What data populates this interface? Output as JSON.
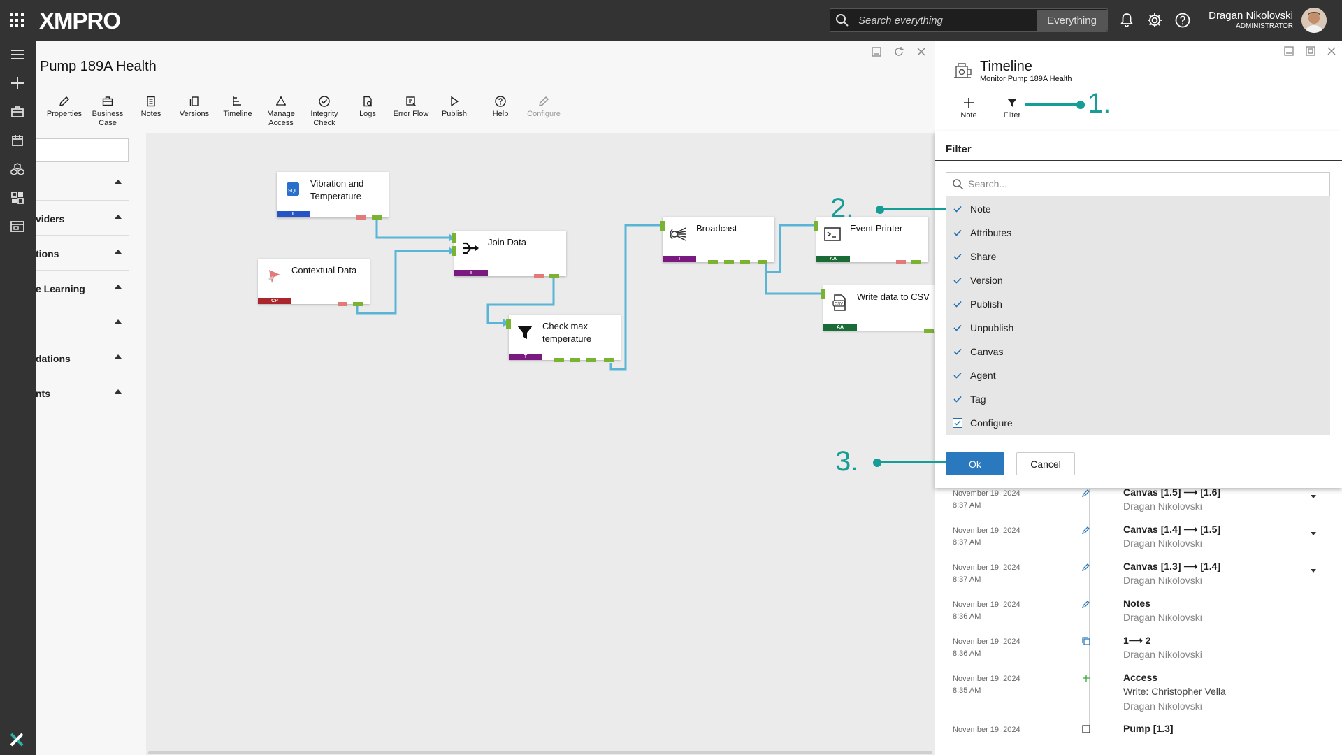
{
  "app": {
    "logo_text": "XMPRO",
    "accent_color": "#169d96",
    "search_placeholder": "Search everything",
    "search_scope": "Everything",
    "user_name": "Dragan Nikolovski",
    "user_role": "ADMINISTRATOR"
  },
  "designer": {
    "title": "Pump 189A Health",
    "toolbar": [
      {
        "label": "Properties",
        "icon": "pencil-icon"
      },
      {
        "label": "Business Case",
        "icon": "briefcase-icon"
      },
      {
        "label": "Notes",
        "icon": "notes-icon"
      },
      {
        "label": "Versions",
        "icon": "versions-icon"
      },
      {
        "label": "Timeline",
        "icon": "timeline-icon"
      },
      {
        "label": "Manage Access",
        "icon": "access-icon"
      },
      {
        "label": "Integrity Check",
        "icon": "check-circle-icon"
      },
      {
        "label": "Logs",
        "icon": "logs-icon"
      },
      {
        "label": "Error Flow",
        "icon": "error-flow-icon"
      },
      {
        "label": "Publish",
        "icon": "play-icon"
      },
      {
        "label": "Help",
        "icon": "help-icon"
      },
      {
        "label": "Configure",
        "icon": "configure-icon"
      }
    ],
    "side_groups": [
      "",
      "viders",
      "tions",
      "e Learning",
      "",
      "dations",
      "nts"
    ],
    "nodes": [
      {
        "title": "Vibration and Temperature",
        "badge": "L",
        "badge_color": "#2754c5"
      },
      {
        "title": "Contextual Data",
        "badge": "CP",
        "badge_color": "#a8262c"
      },
      {
        "title": "Join Data",
        "badge": "T",
        "badge_color": "#7a1a80"
      },
      {
        "title": "Check max temperature",
        "badge": "T",
        "badge_color": "#7a1a80"
      },
      {
        "title": "Broadcast",
        "badge": "T",
        "badge_color": "#7a1a80"
      },
      {
        "title": "Event Printer",
        "badge": "AA",
        "badge_color": "#1a6b35"
      },
      {
        "title": "Write data to CSV",
        "badge": "AA",
        "badge_color": "#1a6b35"
      }
    ]
  },
  "timeline": {
    "title": "Timeline",
    "subtitle": "Monitor Pump 189A Health",
    "note_label": "Note",
    "filter_label": "Filter",
    "filter": {
      "heading": "Filter",
      "search_placeholder": "Search...",
      "items": [
        "Note",
        "Attributes",
        "Share",
        "Version",
        "Publish",
        "Unpublish",
        "Canvas",
        "Agent",
        "Tag",
        "Configure"
      ],
      "ok_label": "Ok",
      "cancel_label": "Cancel"
    },
    "entries": [
      {
        "date": "November 19, 2024",
        "time": "8:37 AM",
        "head": "Canvas [1.5] ⟶ [1.6]",
        "body": "",
        "author": "Dragan Nikolovski",
        "icon": "pencil-icon",
        "expandable": true
      },
      {
        "date": "November 19, 2024",
        "time": "8:37 AM",
        "head": "Canvas [1.4] ⟶ [1.5]",
        "body": "",
        "author": "Dragan Nikolovski",
        "icon": "pencil-icon",
        "expandable": true
      },
      {
        "date": "November 19, 2024",
        "time": "8:37 AM",
        "head": "Canvas [1.3] ⟶ [1.4]",
        "body": "",
        "author": "Dragan Nikolovski",
        "icon": "pencil-icon",
        "expandable": true
      },
      {
        "date": "November 19, 2024",
        "time": "8:36 AM",
        "head": "Notes",
        "body": "",
        "author": "Dragan Nikolovski",
        "icon": "pencil-icon",
        "expandable": false
      },
      {
        "date": "November 19, 2024",
        "time": "8:36 AM",
        "head": "1⟶ 2",
        "body": "",
        "author": "Dragan Nikolovski",
        "icon": "copy-icon",
        "expandable": false
      },
      {
        "date": "November 19, 2024",
        "time": "8:35 AM",
        "head": "Access",
        "body": "Write: Christopher Vella",
        "author": "Dragan Nikolovski",
        "icon": "plus-icon",
        "expandable": false
      },
      {
        "date": "November 19, 2024",
        "time": "",
        "head": "Pump [1.3]",
        "body": "",
        "author": "",
        "icon": "square-icon",
        "expandable": false
      }
    ]
  },
  "annotations": [
    "1.",
    "2.",
    "3."
  ]
}
